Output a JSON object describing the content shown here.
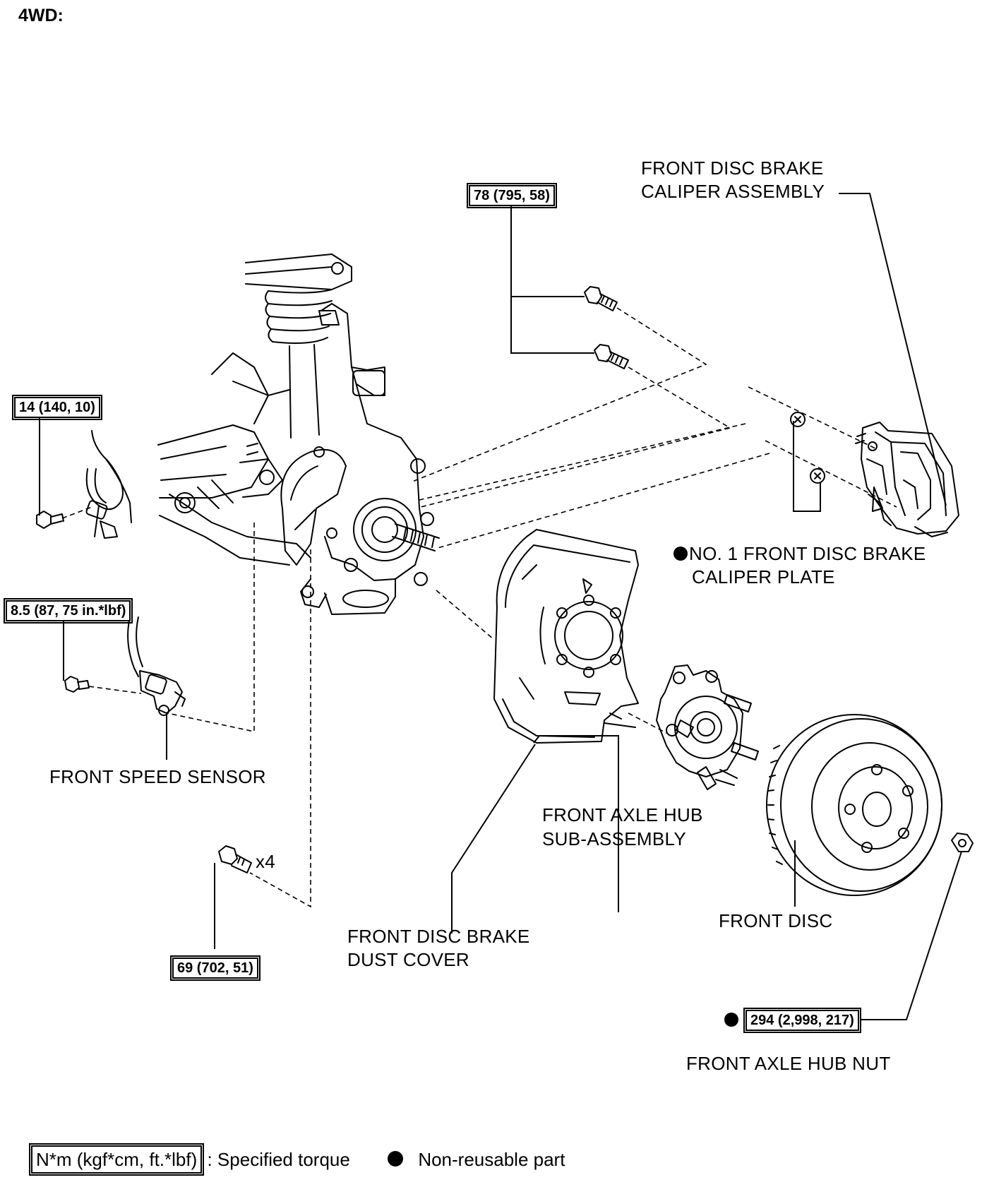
{
  "title": "4WD:",
  "torques": {
    "caliper_bolt": "78 (795, 58)",
    "sensor_clamp_bolt": "14 (140, 10)",
    "speed_sensor_bolt": "8.5 (87, 75 in.*lbf)",
    "knuckle_bolt": "69 (702, 51)",
    "hub_nut": "294 (2,998, 217)"
  },
  "labels": {
    "caliper_line1": "FRONT DISC BRAKE",
    "caliper_line2": "CALIPER ASSEMBLY",
    "plate_line1": "NO. 1 FRONT DISC BRAKE",
    "plate_line2": "CALIPER PLATE",
    "speed_sensor": "FRONT SPEED SENSOR",
    "hub_line1": "FRONT AXLE HUB",
    "hub_line2": "SUB-ASSEMBLY",
    "dust_line1": "FRONT DISC BRAKE",
    "dust_line2": "DUST COVER",
    "disc": "FRONT DISC",
    "hub_nut": "FRONT AXLE HUB NUT",
    "qty_bolts": "x4"
  },
  "legend": {
    "torque_box": "N*m (kgf*cm, ft.*lbf)",
    "torque_text": ": Specified torque",
    "nonreusable_text": "Non-reusable part"
  }
}
